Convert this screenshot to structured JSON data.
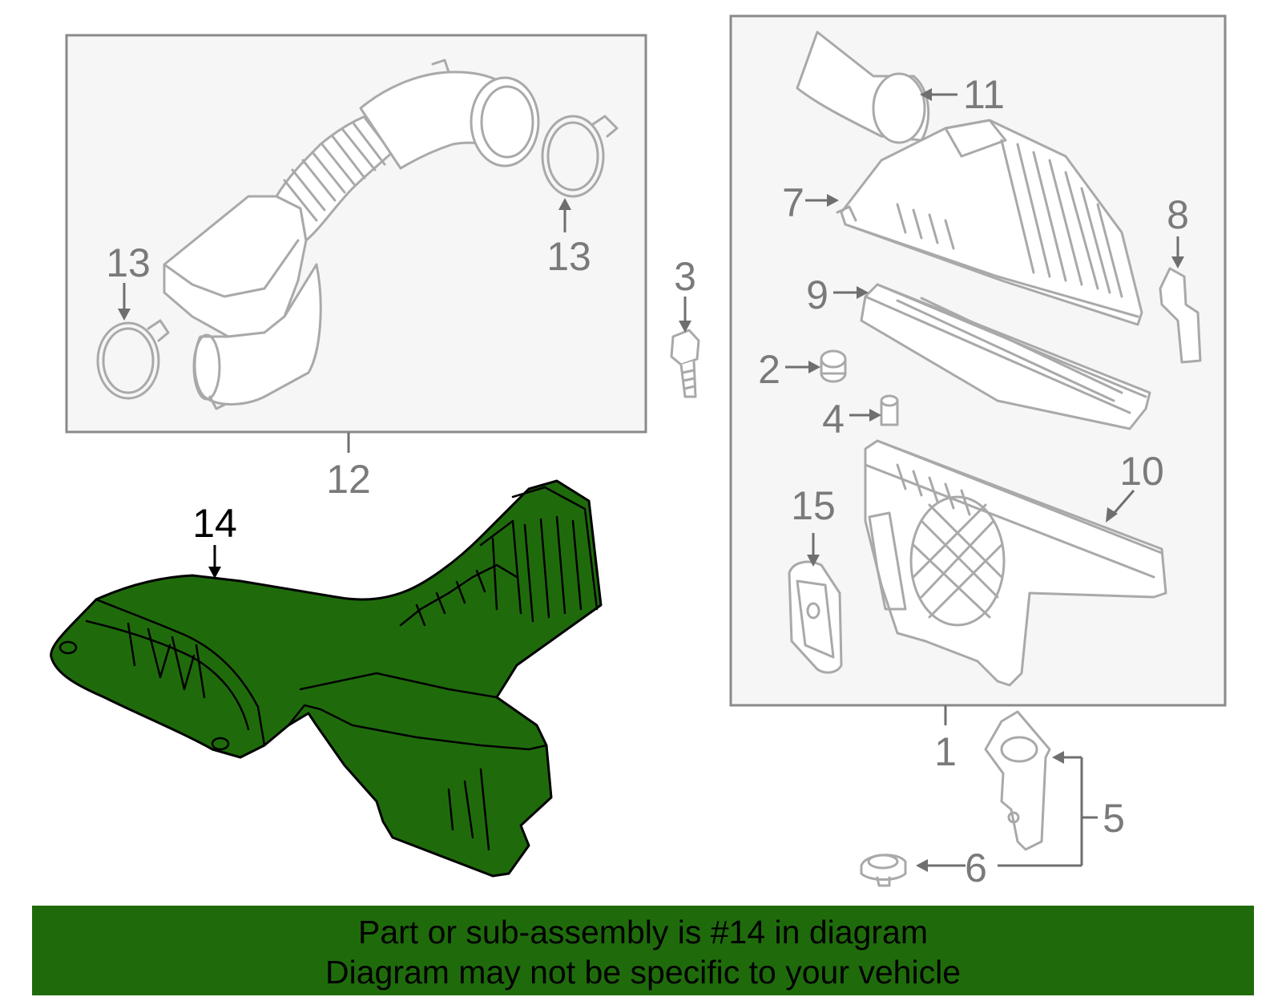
{
  "colors": {
    "highlight": "#1f6b0c",
    "callout_text": "#7a7a7a",
    "outline": "#a9a9a9",
    "frame": "#8a8a8a"
  },
  "callouts": {
    "c1": "1",
    "c2": "2",
    "c3": "3",
    "c4": "4",
    "c5": "5",
    "c6": "6",
    "c7": "7",
    "c8": "8",
    "c9": "9",
    "c10": "10",
    "c11": "11",
    "c12": "12",
    "c13a": "13",
    "c13b": "13",
    "c14": "14",
    "c15": "15"
  },
  "banner": {
    "line1": "Part or sub-assembly is #14 in diagram",
    "line2": "Diagram may not be specific to your vehicle"
  }
}
